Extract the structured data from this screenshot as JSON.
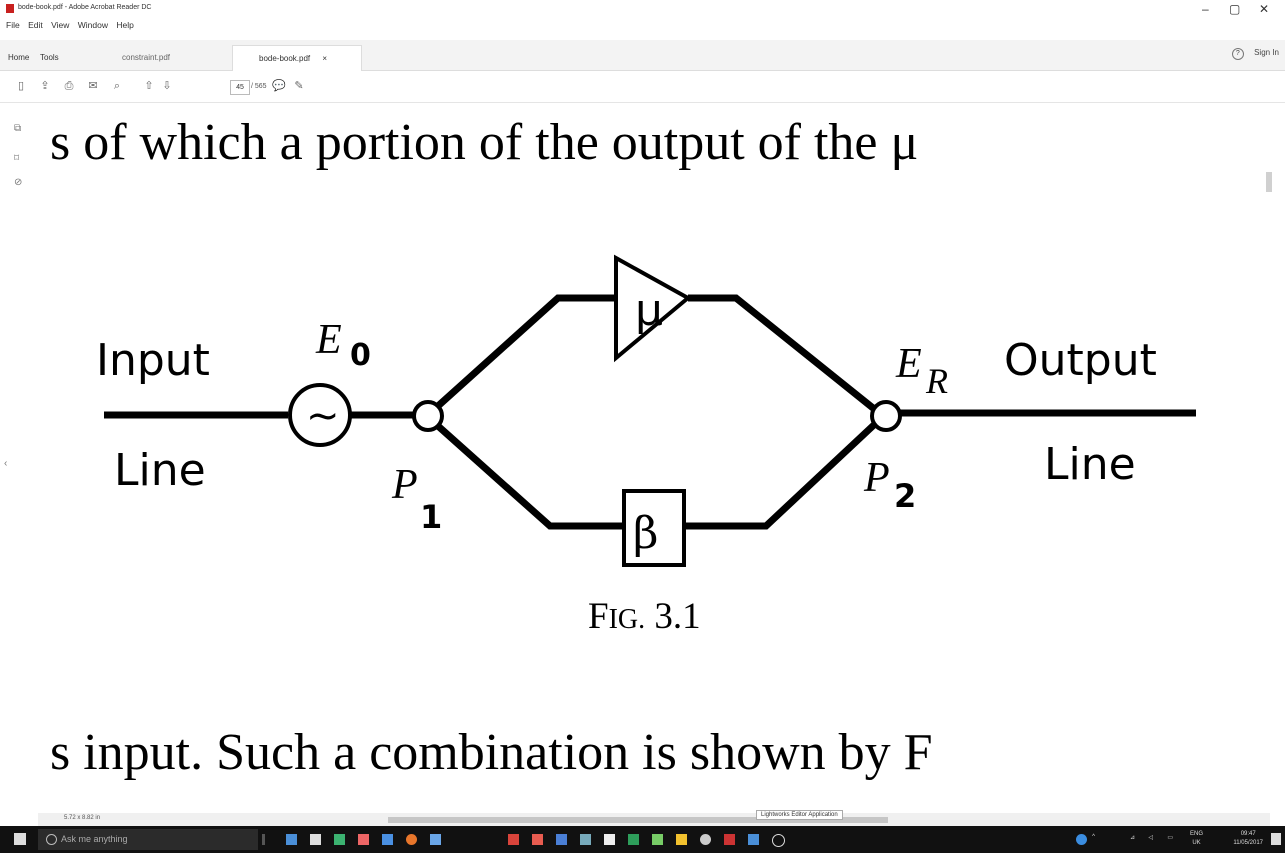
{
  "window": {
    "title": "bode-book.pdf - Adobe Acrobat Reader DC",
    "controls": [
      "–",
      "▢",
      "✕"
    ]
  },
  "menu": [
    "File",
    "Edit",
    "View",
    "Window",
    "Help"
  ],
  "tabs": {
    "home": "Home",
    "tools": "Tools",
    "doc1": "constraint.pdf",
    "doc2": "bode-book.pdf",
    "close": "×"
  },
  "header": {
    "help": "?",
    "signin": "Sign In"
  },
  "toolbar": {
    "page_current": "45",
    "page_total": "/ 565"
  },
  "document": {
    "top_text": "s of which a portion of the output of the μ",
    "bottom_text": "s input.   Such a combination is shown by F",
    "diagram": {
      "input": "Input",
      "input_line": "Line",
      "output": "Output",
      "output_line": "Line",
      "e0": "E",
      "e0_sub": "0",
      "er": "E",
      "er_sub": "R",
      "p1": "P",
      "p1_sub": "1",
      "p2": "P",
      "p2_sub": "2",
      "amp": "μ",
      "beta": "β",
      "source": "~"
    },
    "caption_prefix": "F",
    "caption_smallcaps": "IG.",
    "caption_number": " 3.1"
  },
  "status": {
    "page_size": "5.72 x 8.82 in",
    "tooltip": "Lightworks Editor Application"
  },
  "taskbar": {
    "search_placeholder": "Ask me anything",
    "lang": "ENG",
    "lang2": "UK",
    "time": "09:47",
    "date": "11/05/2017"
  }
}
